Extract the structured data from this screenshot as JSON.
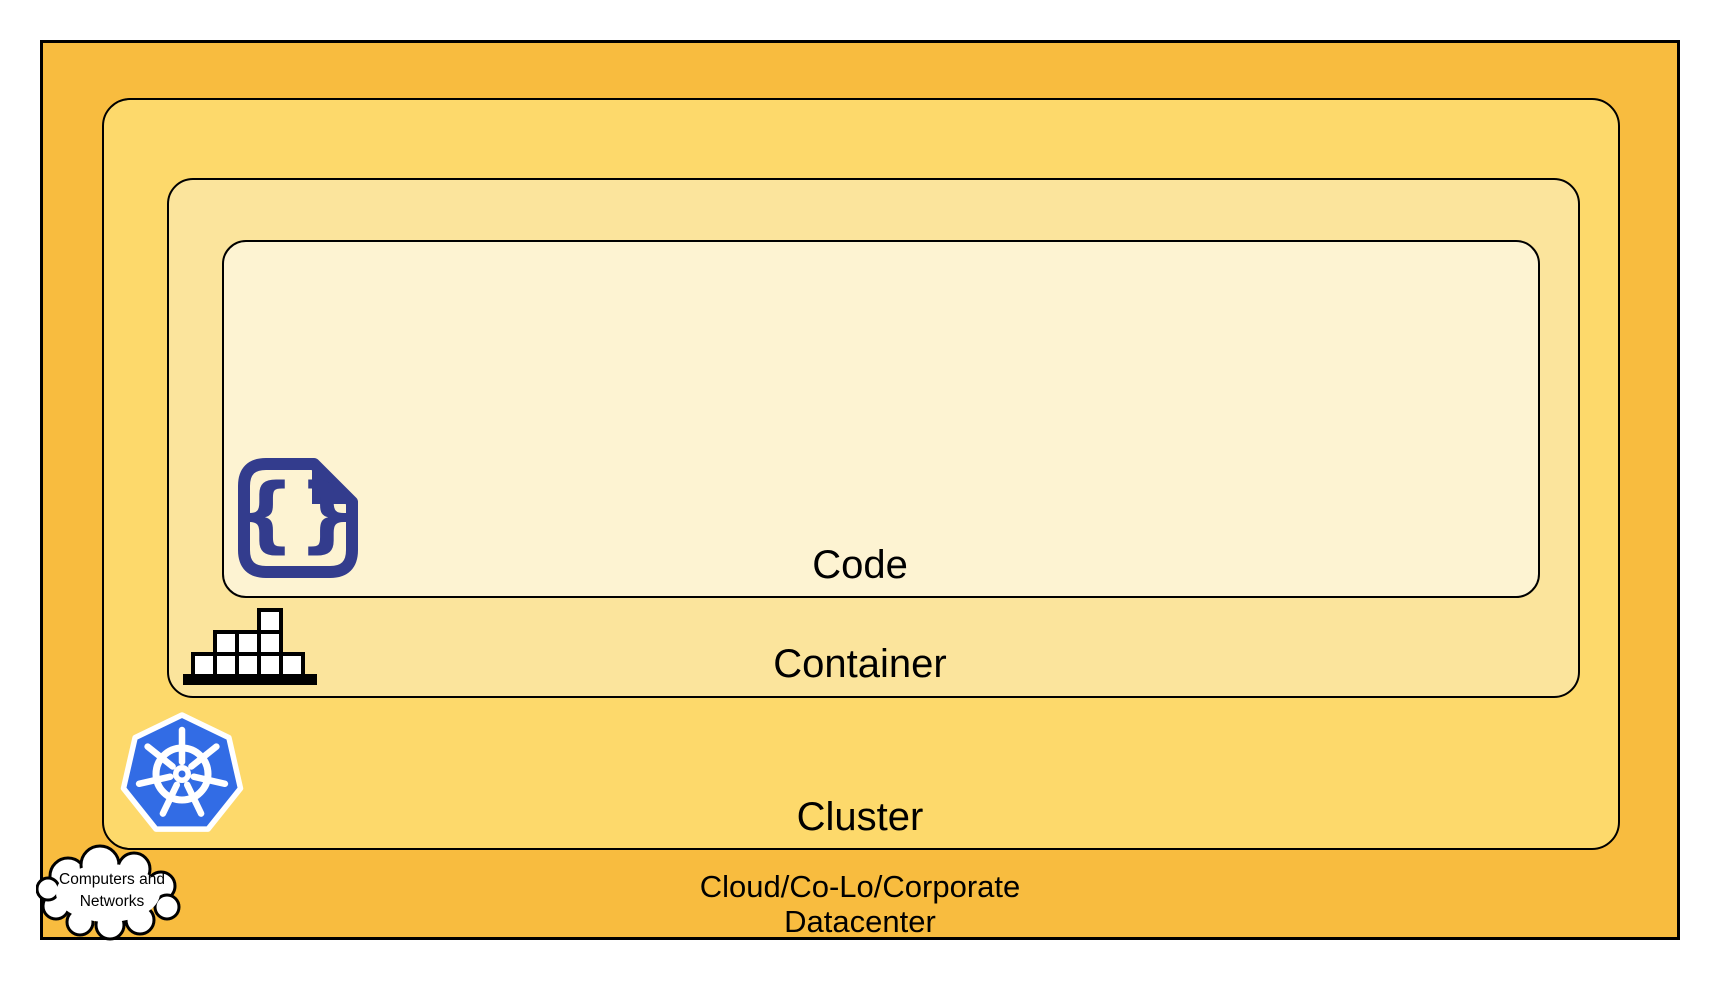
{
  "layers": {
    "code": {
      "label": "Code",
      "fill": "#FDF3D2"
    },
    "container": {
      "label": "Container",
      "fill": "#FBE49C"
    },
    "cluster": {
      "label": "Cluster",
      "fill": "#FDD96B"
    },
    "datacenter": {
      "label_line1": "Cloud/Co-Lo/Corporate",
      "label_line2": "Datacenter",
      "fill": "#F8BC3F"
    }
  },
  "cloud_bubble": {
    "line1": "Computers and",
    "line2": "Networks"
  },
  "icons": {
    "code_file": {
      "name": "code-file-icon",
      "glyph": "{}",
      "color": "#333C8D"
    },
    "container_blocks": {
      "name": "container-blocks-icon",
      "color": "#000000"
    },
    "kubernetes": {
      "name": "kubernetes-helm-icon",
      "color": "#326CE5"
    },
    "cloud": {
      "name": "computers-networks-cloud-icon",
      "fill": "#FFFFFF",
      "outline": "#000000"
    }
  },
  "border_color": "#000000",
  "background": "#FFFFFF"
}
